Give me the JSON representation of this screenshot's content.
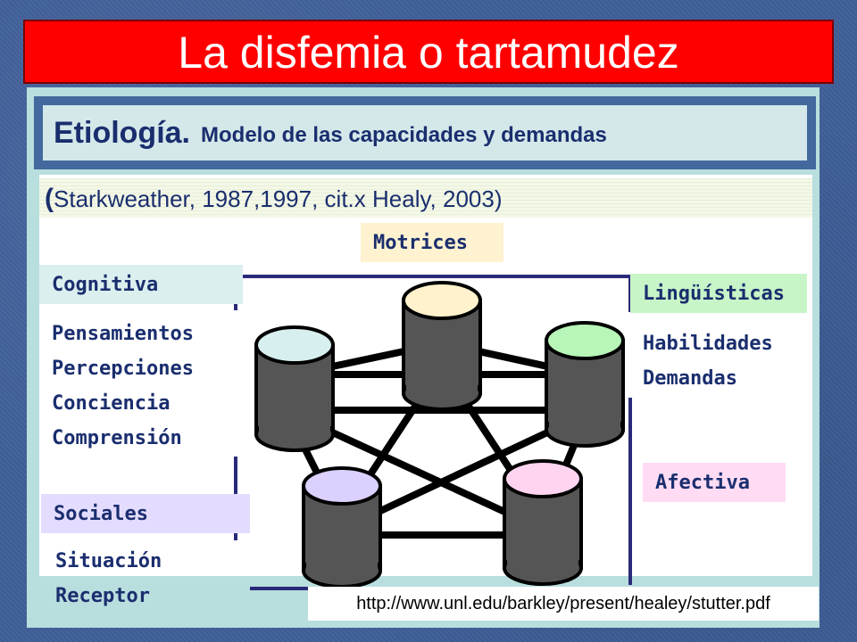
{
  "slide_title": "La disfemia o tartamudez",
  "subtitle": {
    "main": "Etiología.",
    "secondary": "Modelo de las capacidades y demandas"
  },
  "citation": {
    "paren": "(",
    "text": "Starkweather, 1987,1997, cit.x Healy, 2003)"
  },
  "labels": {
    "motrices": "Motrices",
    "cognitiva": "Cognitiva",
    "linguisticas": "Lingüísticas",
    "sociales": "Sociales",
    "afectiva": "Afectiva"
  },
  "lists": {
    "cognitiva": [
      "Pensamientos",
      "Percepciones",
      "Conciencia",
      "Comprensión"
    ],
    "linguisticas": [
      "Habilidades",
      "Demandas"
    ],
    "sociales": [
      "Situación",
      "Receptor"
    ]
  },
  "url": "http://www.unl.edu/barkley/present/healey/stutter.pdf",
  "colors": {
    "title_bg": "#ff0000",
    "motrices": "#fff2d0",
    "cognitiva": "#dcefef",
    "linguisticas": "#c8f5c8",
    "sociales": "#e4dcff",
    "afectiva": "#ffdcf4",
    "cyl_motrices": "#fff2cc",
    "cyl_cognitiva": "#d7efef",
    "cyl_linguisticas": "#b8f5b8",
    "cyl_sociales": "#dcd0ff",
    "cyl_afectiva": "#ffd4f0"
  }
}
